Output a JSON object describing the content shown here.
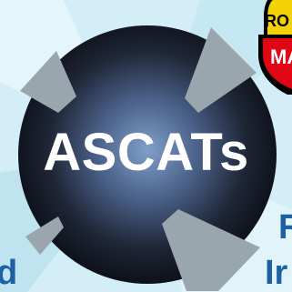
{
  "logo": {
    "title": "ASCATs",
    "background_color": "#d3eef6",
    "circle_colors": {
      "center": "#6f8fb8",
      "mid": "#2b3a52",
      "edge": "#0c0f16"
    },
    "wedge_color": "#9aa6ad"
  },
  "background_text": {
    "left_fragment": "d",
    "right_fragment_top": "R",
    "right_fragment_bottom": "Ir"
  },
  "badge": {
    "top_text": "RO",
    "bottom_text": "MA",
    "colors": {
      "yellow": "#f4d20a",
      "red": "#e10613",
      "outline": "#000000"
    }
  }
}
